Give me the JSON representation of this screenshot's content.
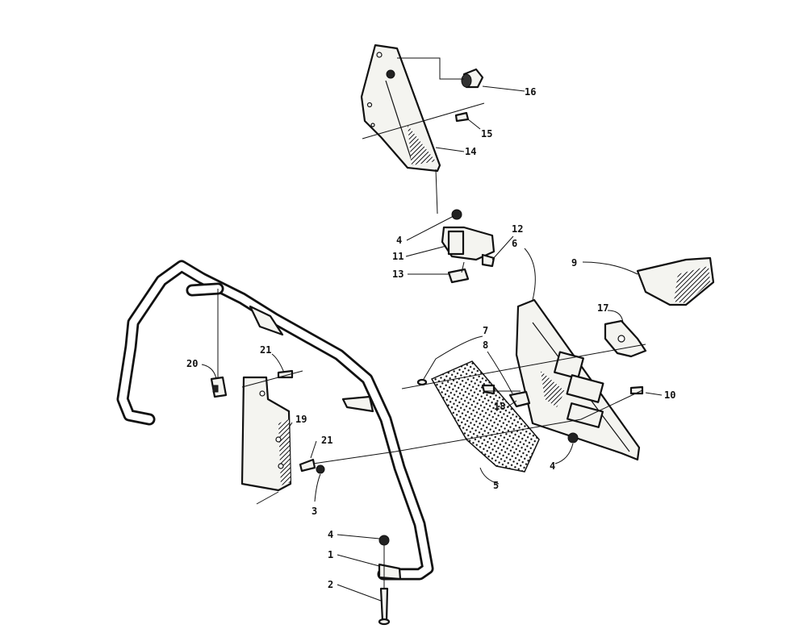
{
  "callouts": {
    "c1": "1",
    "c2": "2",
    "c3": "3",
    "c4a": "4",
    "c4b": "4",
    "c4c": "4",
    "c5": "5",
    "c6": "6",
    "c7": "7",
    "c8": "8",
    "c9": "9",
    "c10": "10",
    "c11": "11",
    "c12": "12",
    "c13": "13",
    "c14": "14",
    "c15": "15",
    "c16": "16",
    "c17": "17",
    "c18": "18",
    "c19": "19",
    "c20": "20",
    "c21a": "21",
    "c21b": "21"
  }
}
